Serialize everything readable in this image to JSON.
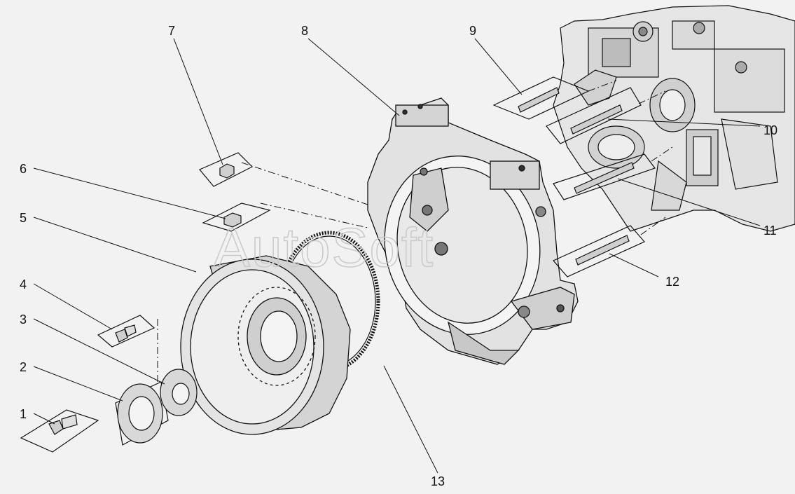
{
  "watermark": "AutoSoft",
  "callouts": [
    "1",
    "2",
    "3",
    "4",
    "5",
    "6",
    "7",
    "8",
    "9",
    "10",
    "11",
    "12",
    "13"
  ],
  "colors": {
    "background": "#f2f2f2",
    "line": "#111111",
    "shade": "#d8d8d8",
    "light": "#ececec"
  }
}
